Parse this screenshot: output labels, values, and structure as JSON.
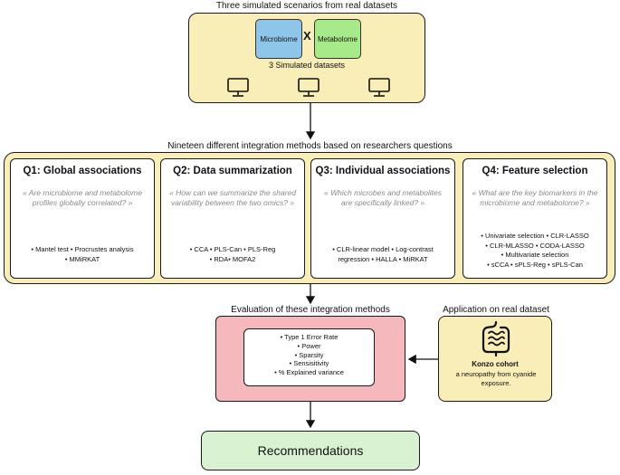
{
  "top": {
    "caption": "Three simulated scenarios from real datasets",
    "microbiome": "Microbiome",
    "x": "X",
    "metabolome": "Metabolome",
    "sim_label": "3 Simulated datasets",
    "icon": "computer-icon"
  },
  "middle": {
    "caption": "Nineteen different integration methods based on researchers questions",
    "questions": [
      {
        "title": "Q1: Global associations",
        "question": "« Are microbiome and metabolome profiles globally correlated? »",
        "methods": [
          "• Mantel test • Procrustes analysis",
          "• MMiRKAT"
        ]
      },
      {
        "title": "Q2: Data summarization",
        "question": "« How can we summarize the shared variability between the two omics? »",
        "methods": [
          "• CCA • PLS-Can • PLS-Reg",
          "• RDA• MOFA2"
        ]
      },
      {
        "title": "Q3: Individual associations",
        "question": "« Which microbes and metabolites are specifically linked? »",
        "methods": [
          "• CLR-linear model • Log-contrast",
          "regression • HALLA • MiRKAT"
        ]
      },
      {
        "title": "Q4: Feature selection",
        "question": "« What are the key biomarkers in the microbiome and metabolome? »",
        "methods": [
          "• Univariate selection • CLR-LASSO",
          "• CLR-MLASSO • CODA-LASSO",
          "• Multivariate selection",
          "• sCCA • sPLS-Reg • sPLS-Can"
        ]
      }
    ]
  },
  "evaluation": {
    "caption": "Evaluation of these integration methods",
    "metrics": [
      "• Type 1 Error Rate",
      "• Power",
      "• Sparsity",
      "• Sensisitivity",
      "• % Explained variance"
    ]
  },
  "application": {
    "caption": "Application  on real dataset",
    "icon": "intestine-icon",
    "cohort": "Konzo cohort",
    "description": "a neuropathy from cyanide exposure."
  },
  "recommendations": "Recommendations"
}
